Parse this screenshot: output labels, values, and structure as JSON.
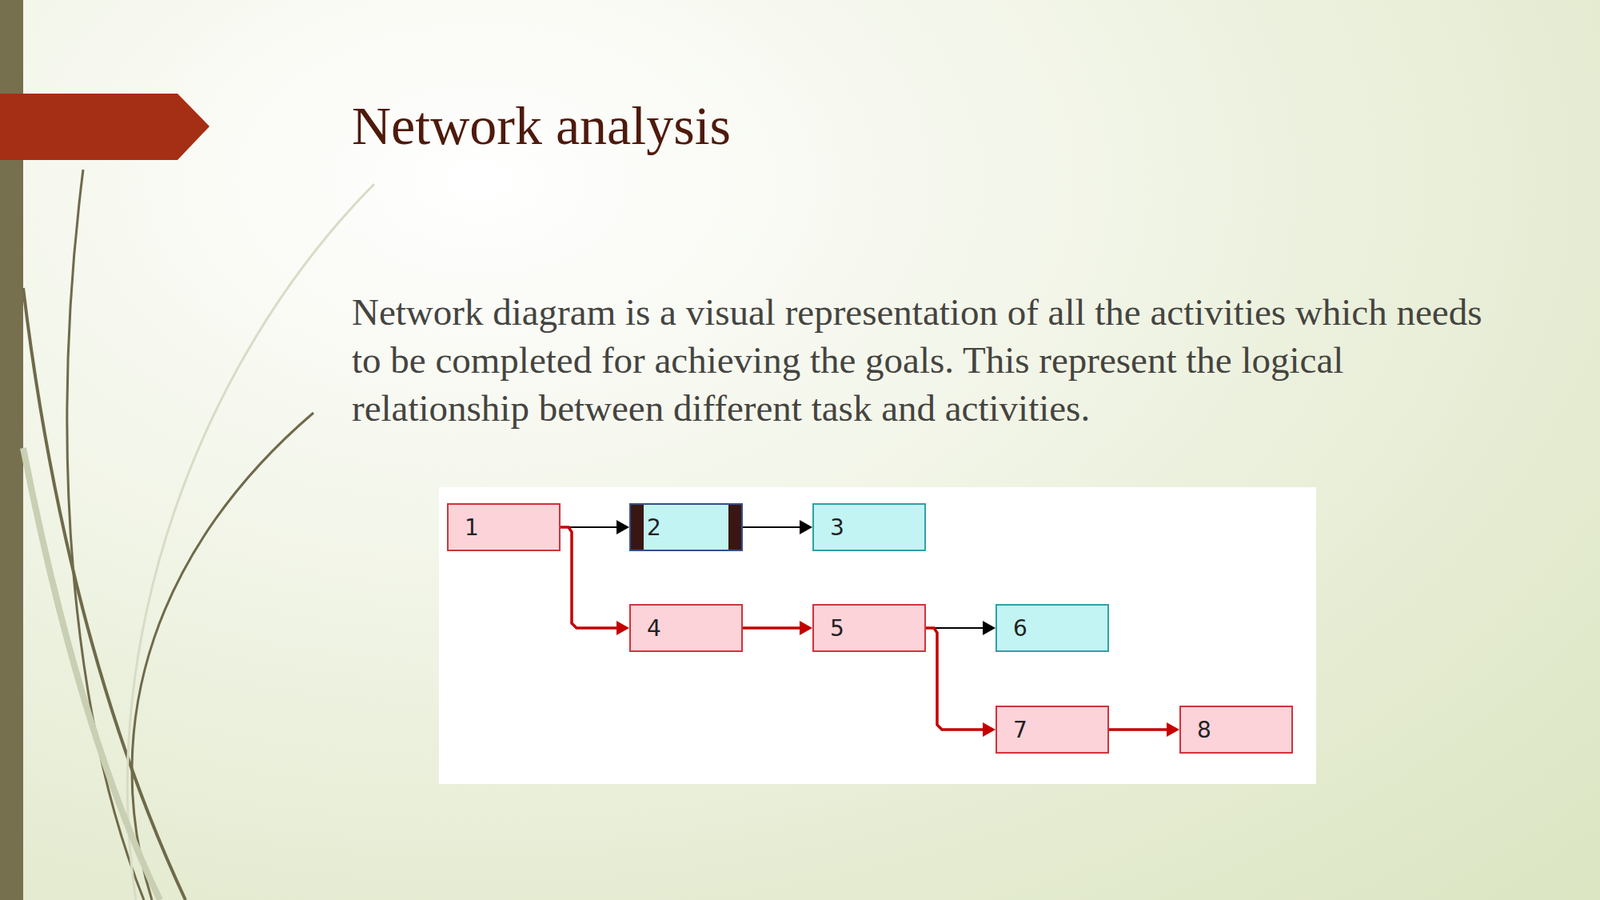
{
  "diagram": {
    "title": "Network analysis",
    "nodes": [
      {
        "text": [
          "1"
        ]
      },
      {
        "text": [
          "2"
        ]
      },
      {
        "text": [
          "3"
        ]
      },
      {
        "text": [
          "4"
        ]
      },
      {
        "text": [
          "5"
        ]
      },
      {
        "text": [
          "6"
        ]
      },
      {
        "text": [
          "7"
        ]
      },
      {
        "text": [
          "8"
        ]
      }
    ],
    "edges": [
      {
        "from": 0,
        "to": 1,
        "arrow": "to"
      },
      {
        "from": 1,
        "to": 2,
        "arrow": "to"
      },
      {
        "from": 0,
        "to": 3,
        "arrow": "to"
      },
      {
        "from": 3,
        "to": 4,
        "arrow": "to"
      },
      {
        "from": 4,
        "to": 5,
        "arrow": "to"
      },
      {
        "from": 4,
        "to": 6,
        "arrow": "to"
      },
      {
        "from": 6,
        "to": 7,
        "arrow": "to"
      }
    ],
    "labels": [
      "Network diagram is a visual representation of all the activities which needs to be completed for achieving the goals. This represent the logical relationship between different task and activities."
    ]
  }
}
